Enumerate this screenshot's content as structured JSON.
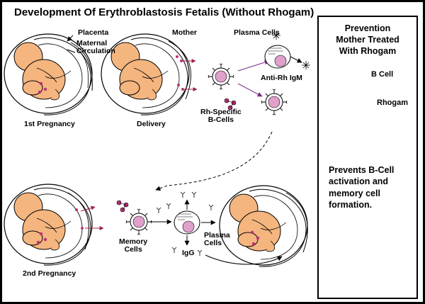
{
  "title": "Development Of Erythroblastosis Fetalis (Without Rhogam)",
  "labels": {
    "placenta": "Placenta",
    "maternal_circulation": "Maternal\nCirculation",
    "mother": "Mother",
    "plasma_cells_top": "Plasma Cells",
    "anti_rh_igm": "Anti-Rh IgM",
    "rh_specific_b_cells": "Rh-Specific\nB-Cells",
    "first_pregnancy": "1st Pregnancy",
    "delivery": "Delivery",
    "second_pregnancy": "2nd Pregnancy",
    "memory_cells": "Memory\nCells",
    "igg": "IgG",
    "plasma_cells_bottom": "Plasma\nCells"
  },
  "prevention": {
    "title": "Prevention\nMother Treated\nWith Rhogam",
    "b_cell": "B Cell",
    "rhogam": "Rhogam",
    "result": "Prevents B-Cell\nactivation and\nmemory cell\nformation."
  },
  "colors": {
    "background": "#000000",
    "panel": "#ffffff",
    "fetus_skin": "#f4b57f",
    "cell_nucleus": "#e0a0cc",
    "rh_marker": "#c0307a",
    "prevention_arrow": "#7a2a88"
  }
}
